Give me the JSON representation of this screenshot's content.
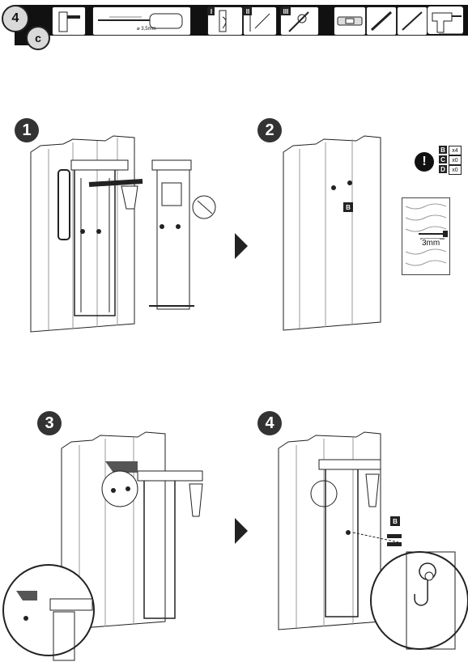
{
  "header": {
    "step_number": "4",
    "sub_step": "c",
    "drill_size": "⌀ 3,5mm",
    "roman_steps": [
      "I",
      "II",
      "III"
    ]
  },
  "steps": [
    {
      "number": "1"
    },
    {
      "number": "2"
    },
    {
      "number": "3"
    },
    {
      "number": "4"
    }
  ],
  "parts": {
    "screw_label": "B",
    "quantities": [
      {
        "letter": "B",
        "qty": "x4"
      },
      {
        "letter": "C",
        "qty": "x0"
      },
      {
        "letter": "D",
        "qty": "x0"
      }
    ],
    "depth_label": "3mm"
  },
  "icons": [
    "warning-icon",
    "drill-icon",
    "screwdriver-icon",
    "level-icon",
    "pencil-icon",
    "screw-icon"
  ]
}
